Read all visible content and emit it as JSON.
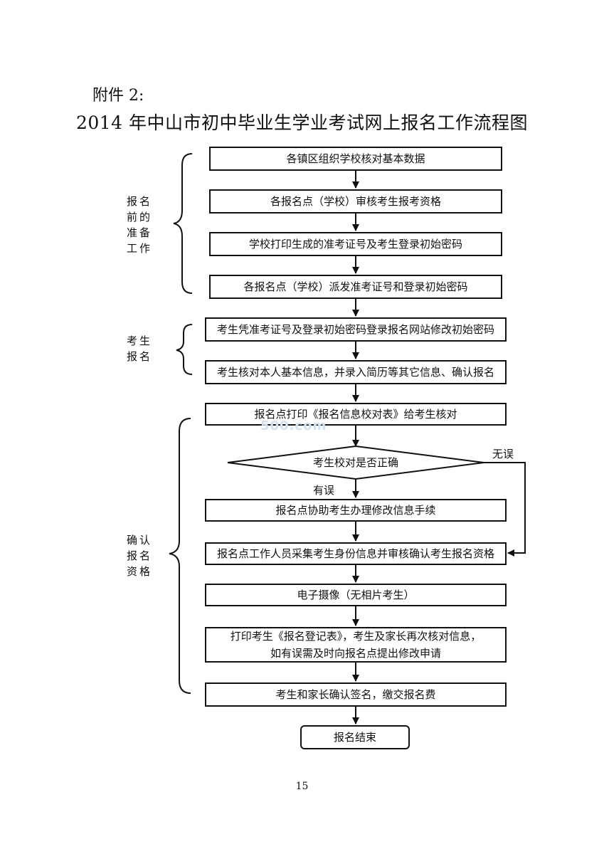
{
  "header": {
    "attachment": "附件 2:",
    "title": "2014 年中山市初中毕业生学业考试网上报名工作流程图"
  },
  "sections": {
    "prep": "报名 前的 准备 工作",
    "register": "考生 报名",
    "confirm": "确认 报名 资格"
  },
  "steps": {
    "s1": "各镇区组织学校核对基本数据",
    "s2": "各报名点（学校）审核考生报考资格",
    "s3": "学校打印生成的准考证号及考生登录初始密码",
    "s4": "各报名点（学校）派发准考证号和登录初始密码",
    "s5": "考生凭准考证号及登录初始密码登录报名网站修改初始密码",
    "s6": "考生核对本人基本信息，并录入简历等其它信息、确认报名",
    "s7": "报名点打印《报名信息校对表》给考生核对",
    "decision": "考生校对是否正确",
    "s8": "报名点协助考生办理修改信息手续",
    "s9": "报名点工作人员采集考生身份信息并审核确认考生报名资格",
    "s10": "电子摄像（无相片考生）",
    "s11_line1": "打印考生《报名登记表》，考生及家长再次核对信息，",
    "s11_line2": "如有误需及时向报名点提出修改申请",
    "s12": "考生和家长确认签名，缴交报名费",
    "end": "报名结束"
  },
  "edges": {
    "correct": "无误",
    "error": "有误"
  },
  "watermark": "500.com",
  "footer": {
    "page_number": "15"
  }
}
